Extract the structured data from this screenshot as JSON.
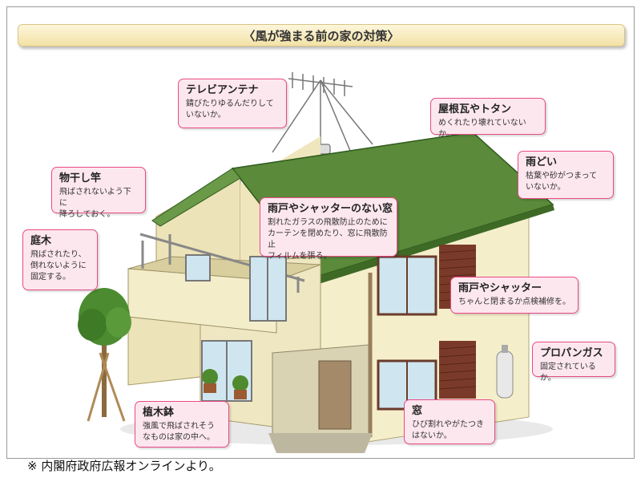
{
  "title": "〈風が強まる前の家の対策〉",
  "callouts": {
    "antenna": {
      "title": "テレビアンテナ",
      "desc": "錆びたりゆるんだりして\nいないか。"
    },
    "roof": {
      "title": "屋根瓦やトタン",
      "desc": "めくれたり壊れていないか。"
    },
    "gutter": {
      "title": "雨どい",
      "desc": "枯葉や砂がつまって\nいないか。"
    },
    "laundry_pole": {
      "title": "物干し竿",
      "desc": "飛ばされないよう下に\n降ろしておく。"
    },
    "windows_no_shutter": {
      "title": "雨戸やシャッターのない窓",
      "desc": "割れたガラスの飛散防止のために\nカーテンを閉めたり、窓に飛散防止\nフィルムを張る。"
    },
    "garden_tree": {
      "title": "庭木",
      "desc": "飛ばされたり、\n倒れないように\n固定する。"
    },
    "shutters": {
      "title": "雨戸やシャッター",
      "desc": "ちゃんと閉まるか点検補修を。"
    },
    "propane": {
      "title": "プロパンガス",
      "desc": "固定されているか。"
    },
    "planter": {
      "title": "植木鉢",
      "desc": "強風で飛ばされそう\nなものは家の中へ。"
    },
    "window": {
      "title": "窓",
      "desc": "ひび割れやがたつき\nはないか。"
    }
  },
  "source_note": "※ 内閣府政府広報オンラインより。",
  "colors": {
    "bubble_border": "#e84a86",
    "bubble_fill": "#fde7ef",
    "roof": "#5a8a3a",
    "wall": "#f3ecc7",
    "shutter": "#7a3a2a"
  }
}
